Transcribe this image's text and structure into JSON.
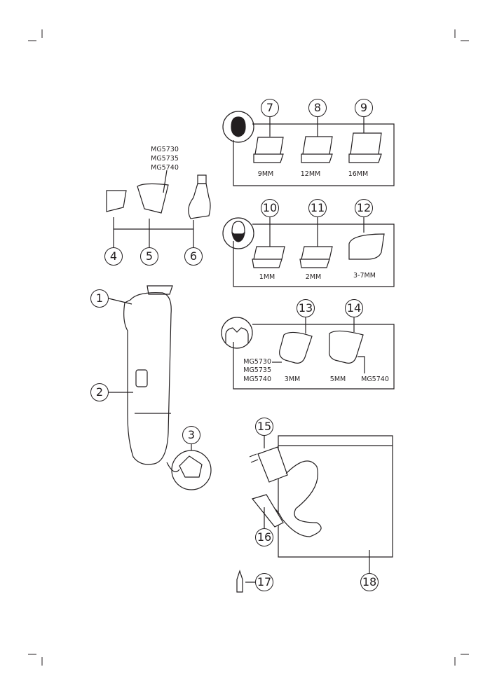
{
  "callouts": [
    "1",
    "2",
    "3",
    "4",
    "5",
    "6",
    "7",
    "8",
    "9",
    "10",
    "11",
    "12",
    "13",
    "14",
    "15",
    "16",
    "17",
    "18"
  ],
  "models_attachment_5": [
    "MG5730",
    "MG5735",
    "MG5740"
  ],
  "hair_combs": {
    "sizes": [
      "9MM",
      "12MM",
      "16MM"
    ]
  },
  "beard_combs": {
    "sizes": [
      "1MM",
      "2MM",
      "3-7MM"
    ]
  },
  "body_combs": {
    "sizes": [
      "3MM",
      "5MM"
    ],
    "models_13": [
      "MG5730",
      "MG5735",
      "MG5740"
    ],
    "models_14": "MG5740"
  }
}
